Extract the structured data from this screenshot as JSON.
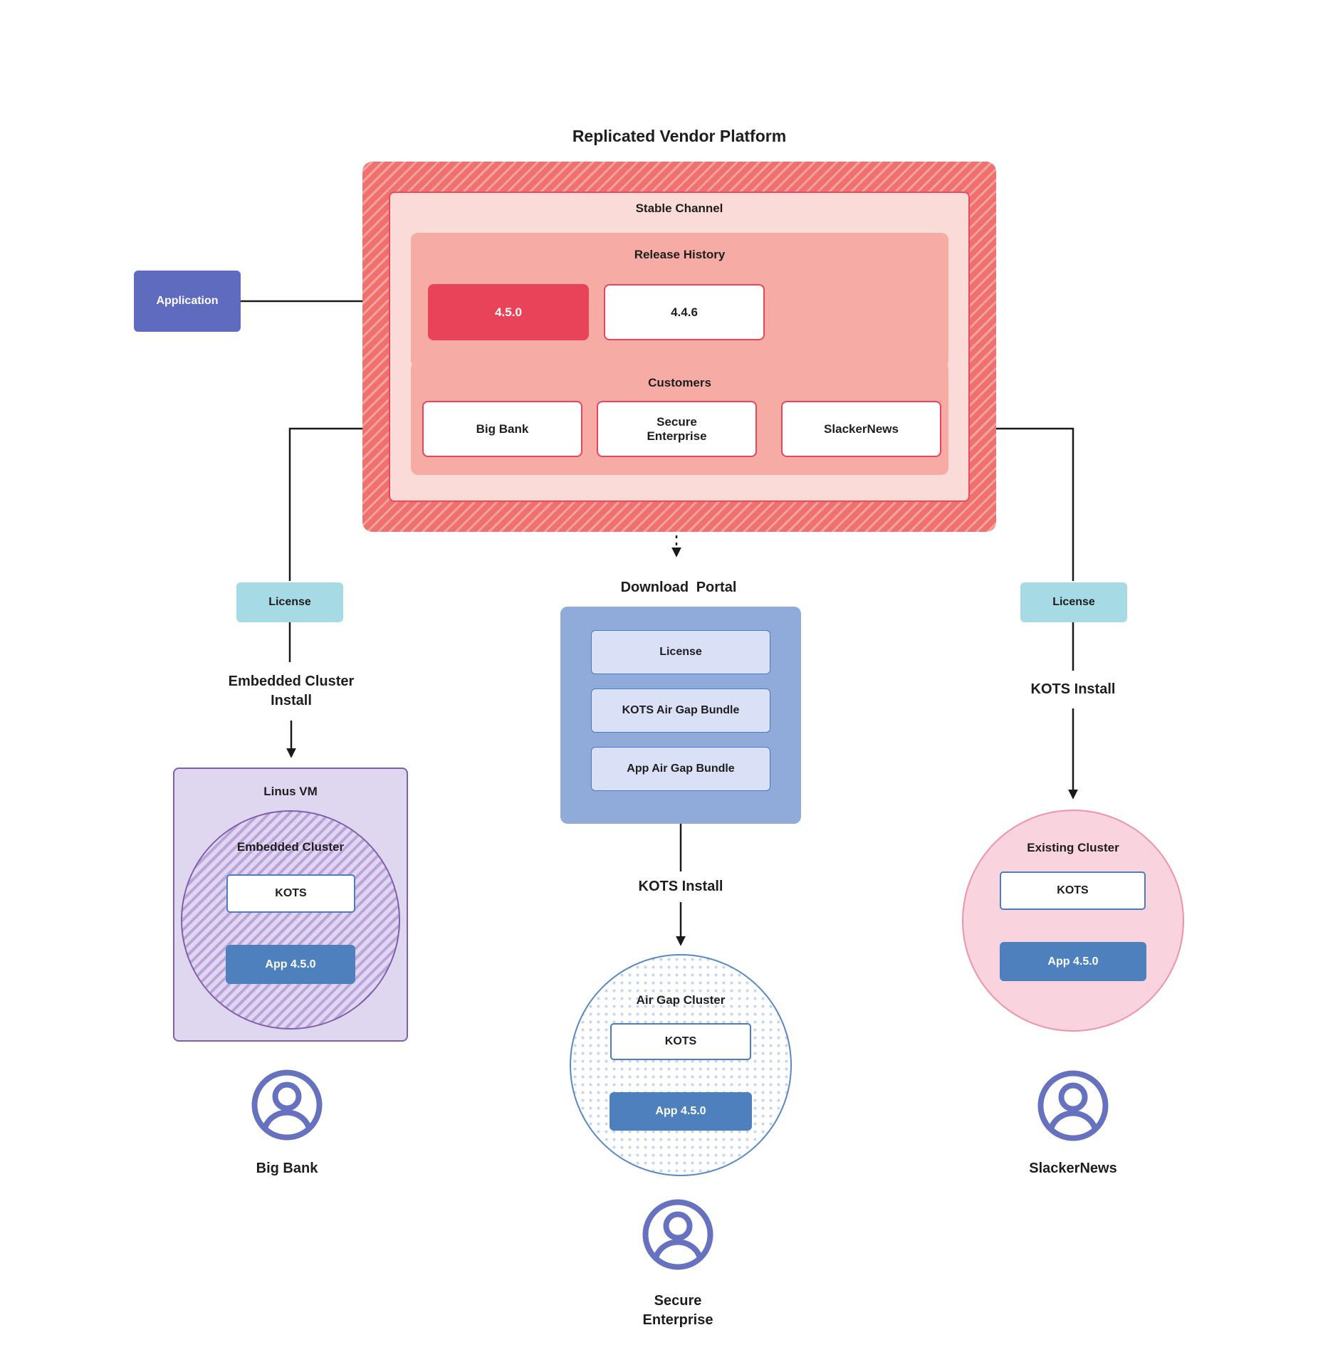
{
  "title": "Replicated Vendor Platform",
  "platform": {
    "stable_channel_label": "Stable Channel",
    "release_history": {
      "label": "Release History",
      "releases": [
        {
          "version": "4.5.0",
          "highlight": true
        },
        {
          "version": "4.4.6",
          "highlight": false
        }
      ]
    },
    "customers": {
      "label": "Customers",
      "items": [
        {
          "name": "Big Bank"
        },
        {
          "name": "Secure Enterprise"
        },
        {
          "name": "SlackerNews"
        }
      ]
    }
  },
  "application_label": "Application",
  "left_branch": {
    "license_label": "License",
    "install_label": "Embedded Cluster Install",
    "vm_label": "Linus VM",
    "cluster_label": "Embedded Cluster",
    "kots_label": "KOTS",
    "app_label": "App 4.5.0",
    "person_label": "Big Bank"
  },
  "middle_branch": {
    "portal_label": "Download Portal",
    "portal_items": [
      {
        "name": "License"
      },
      {
        "name": "KOTS Air Gap Bundle"
      },
      {
        "name": "App Air Gap Bundle"
      }
    ],
    "install_label": "KOTS Install",
    "cluster_label": "Air Gap Cluster",
    "kots_label": "KOTS",
    "app_label": "App 4.5.0",
    "person_label": "Secure Enterprise"
  },
  "right_branch": {
    "license_label": "License",
    "install_label": "KOTS Install",
    "cluster_label": "Existing Cluster",
    "kots_label": "KOTS",
    "app_label": "App 4.5.0",
    "person_label": "SlackerNews"
  },
  "colors": {
    "platform_hatch": "#f0706e",
    "platform_hatch_stripe": "#f5a3a1",
    "stable_fill": "#fbdbd8",
    "section_fill": "#f6aba4",
    "release_highlight": "#e84358",
    "red_border": "#e8455c",
    "application_fill": "#5e6bbe",
    "license_fill": "#a6dbe5",
    "portal_fill": "#90abd9",
    "portal_item_fill": "#dae0f5",
    "vm_fill": "#dfd6f0",
    "vm_border": "#7f60a8",
    "kots_border": "#4d7cc1",
    "app_fill": "#4e80be",
    "airgap_border": "#5988c5",
    "existing_fill": "#f9d3de",
    "existing_border": "#ef92ae",
    "person_icon": "#6672c0",
    "connector": "#1a1a1a"
  }
}
